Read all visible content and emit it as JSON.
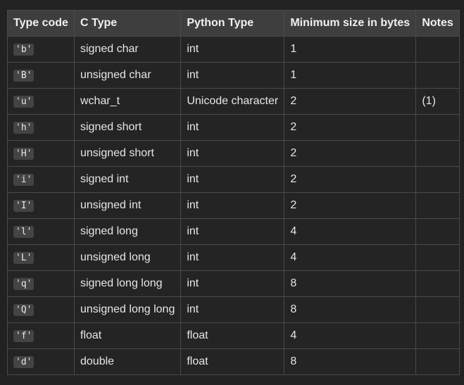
{
  "table": {
    "headers": [
      "Type code",
      "C Type",
      "Python Type",
      "Minimum size in bytes",
      "Notes"
    ],
    "rows": [
      {
        "code": "'b'",
        "ctype": "signed char",
        "pytype": "int",
        "size": "1",
        "notes": ""
      },
      {
        "code": "'B'",
        "ctype": "unsigned char",
        "pytype": "int",
        "size": "1",
        "notes": ""
      },
      {
        "code": "'u'",
        "ctype": "wchar_t",
        "pytype": "Unicode character",
        "size": "2",
        "notes": "(1)"
      },
      {
        "code": "'h'",
        "ctype": "signed short",
        "pytype": "int",
        "size": "2",
        "notes": ""
      },
      {
        "code": "'H'",
        "ctype": "unsigned short",
        "pytype": "int",
        "size": "2",
        "notes": ""
      },
      {
        "code": "'i'",
        "ctype": "signed int",
        "pytype": "int",
        "size": "2",
        "notes": ""
      },
      {
        "code": "'I'",
        "ctype": "unsigned int",
        "pytype": "int",
        "size": "2",
        "notes": ""
      },
      {
        "code": "'l'",
        "ctype": "signed long",
        "pytype": "int",
        "size": "4",
        "notes": ""
      },
      {
        "code": "'L'",
        "ctype": "unsigned long",
        "pytype": "int",
        "size": "4",
        "notes": ""
      },
      {
        "code": "'q'",
        "ctype": "signed long long",
        "pytype": "int",
        "size": "8",
        "notes": ""
      },
      {
        "code": "'Q'",
        "ctype": "unsigned long long",
        "pytype": "int",
        "size": "8",
        "notes": ""
      },
      {
        "code": "'f'",
        "ctype": "float",
        "pytype": "float",
        "size": "4",
        "notes": ""
      },
      {
        "code": "'d'",
        "ctype": "double",
        "pytype": "float",
        "size": "8",
        "notes": ""
      }
    ]
  },
  "colors": {
    "background": "#222222",
    "header_bg": "#3e3e3e",
    "cell_bg": "#242424",
    "border": "#4a4a4a",
    "code_bg": "#444444",
    "text": "#e6e6e6"
  }
}
